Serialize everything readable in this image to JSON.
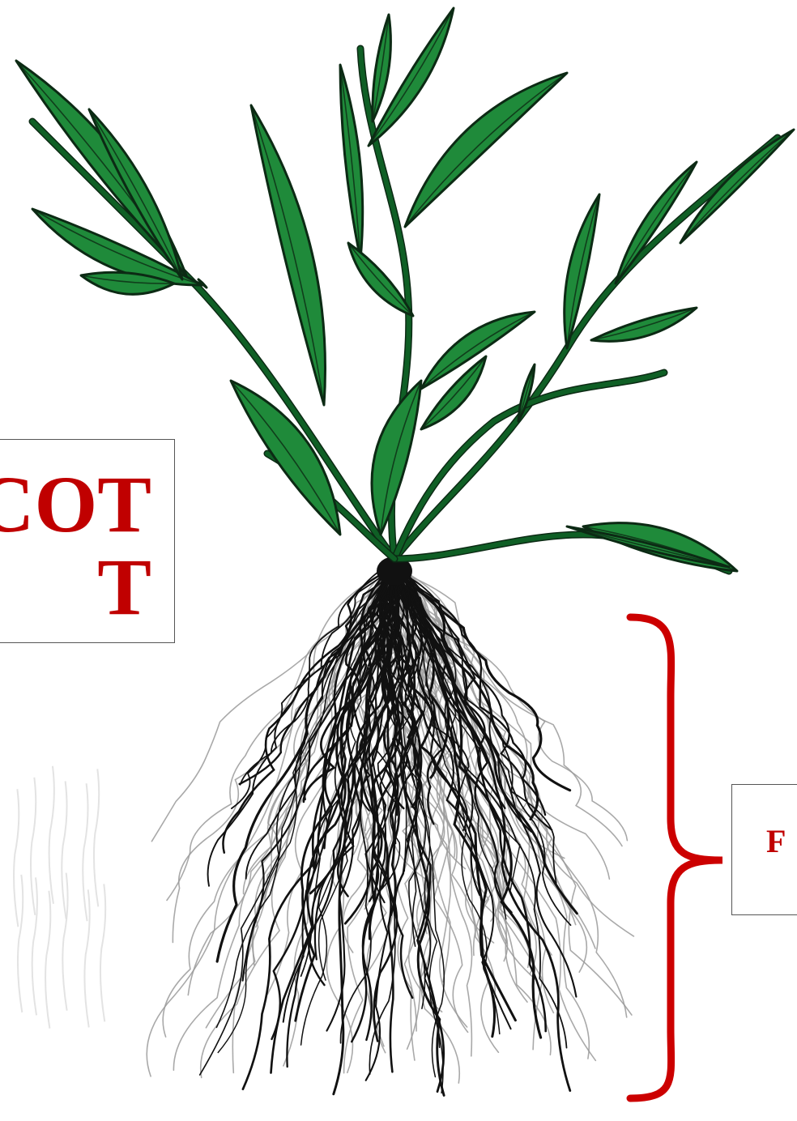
{
  "title_box": {
    "line1": "COT",
    "line2": "T"
  },
  "root_box": {
    "label": "F"
  },
  "colors": {
    "leaf_fill": "#1f8a3a",
    "leaf_outline": "#0c2a14",
    "stem": "#0f5f25",
    "root_dark": "#111111",
    "root_light": "#9a9a9a",
    "label_text": "#c00000",
    "brace": "#cc0000"
  },
  "icons": {
    "plant": "monocot-plant-illustration-icon",
    "roots": "fibrous-root-system-icon",
    "brace": "curly-brace-icon"
  }
}
